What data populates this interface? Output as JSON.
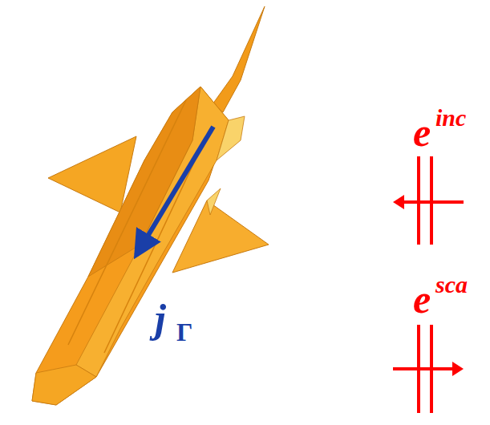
{
  "diagram": {
    "labels": [
      "e",
      "inc",
      "e",
      "sca",
      "j",
      "Γ"
    ]
  }
}
